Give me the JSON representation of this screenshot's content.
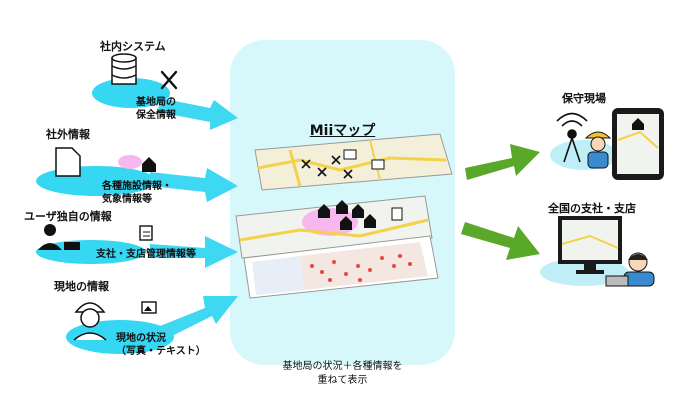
{
  "diagram": {
    "title": "Miiマップ",
    "caption_line1": "基地局の状況＋各種情報を",
    "caption_line2": "重ねて表示"
  },
  "sources": [
    {
      "title": "社内システム",
      "detail_line1": "基地局の",
      "detail_line2": "保全情報",
      "icons": [
        "database-icon",
        "tools-icon"
      ]
    },
    {
      "title": "社外情報",
      "detail_line1": "各種施設情報・",
      "detail_line2": "気象情報等",
      "icons": [
        "document-icon",
        "building-icon"
      ]
    },
    {
      "title": "ユーザ独自の情報",
      "detail_line1": "支社・支店管理情報等",
      "detail_line2": "",
      "icons": [
        "user-laptop-icon",
        "memo-icon"
      ]
    },
    {
      "title": "現地の情報",
      "detail_line1": "現地の状況",
      "detail_line2": "（写真・テキスト）",
      "icons": [
        "field-worker-icon",
        "photo-icon"
      ]
    }
  ],
  "destinations": [
    {
      "title": "保守現場",
      "icons": [
        "antenna-tower-icon",
        "field-worker-icon",
        "tablet-icon"
      ]
    },
    {
      "title": "全国の支社・支店",
      "icons": [
        "monitor-icon",
        "office-worker-icon"
      ]
    }
  ],
  "colors": {
    "source_arrow": "#3fd8f3",
    "destination_arrow": "#5aa82a",
    "panel": "#d7f8fb",
    "blob": "#35d7f2"
  }
}
